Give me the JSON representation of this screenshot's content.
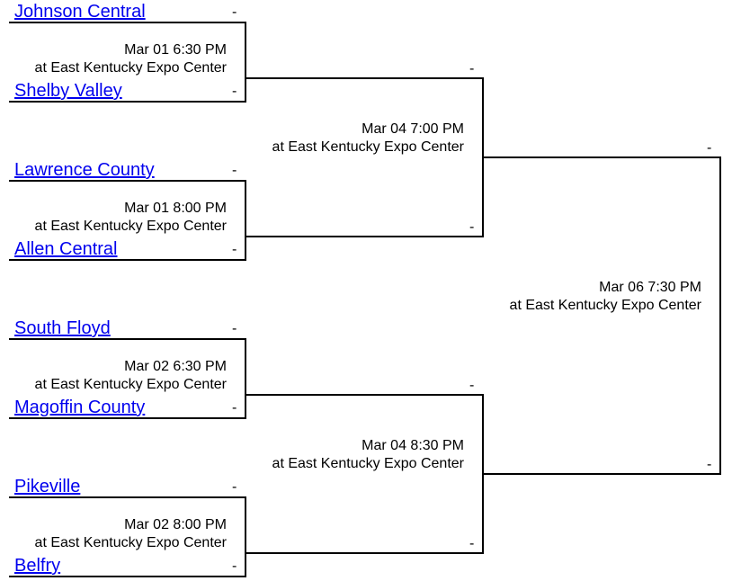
{
  "round1": [
    {
      "team1": "Johnson Central",
      "score1": "-",
      "team2": "Shelby Valley",
      "score2": "-",
      "time": "Mar 01 6:30 PM",
      "venue": "at East Kentucky Expo Center",
      "winner_score": "-"
    },
    {
      "team1": "Lawrence County",
      "score1": "-",
      "team2": "Allen Central",
      "score2": "-",
      "time": "Mar 01 8:00 PM",
      "venue": "at East Kentucky Expo Center",
      "winner_score": "-"
    },
    {
      "team1": "South Floyd",
      "score1": "-",
      "team2": "Magoffin County",
      "score2": "-",
      "time": "Mar 02 6:30 PM",
      "venue": "at East Kentucky Expo Center",
      "winner_score": "-"
    },
    {
      "team1": "Pikeville",
      "score1": "-",
      "team2": "Belfry",
      "score2": "-",
      "time": "Mar 02 8:00 PM",
      "venue": "at East Kentucky Expo Center",
      "winner_score": "-"
    }
  ],
  "semifinals": [
    {
      "time": "Mar 04 7:00 PM",
      "venue": "at East Kentucky Expo Center",
      "winner_score": "-"
    },
    {
      "time": "Mar 04 8:30 PM",
      "venue": "at East Kentucky Expo Center",
      "winner_score": "-"
    }
  ],
  "final": {
    "time": "Mar 06 7:30 PM",
    "venue": "at East Kentucky Expo Center"
  }
}
